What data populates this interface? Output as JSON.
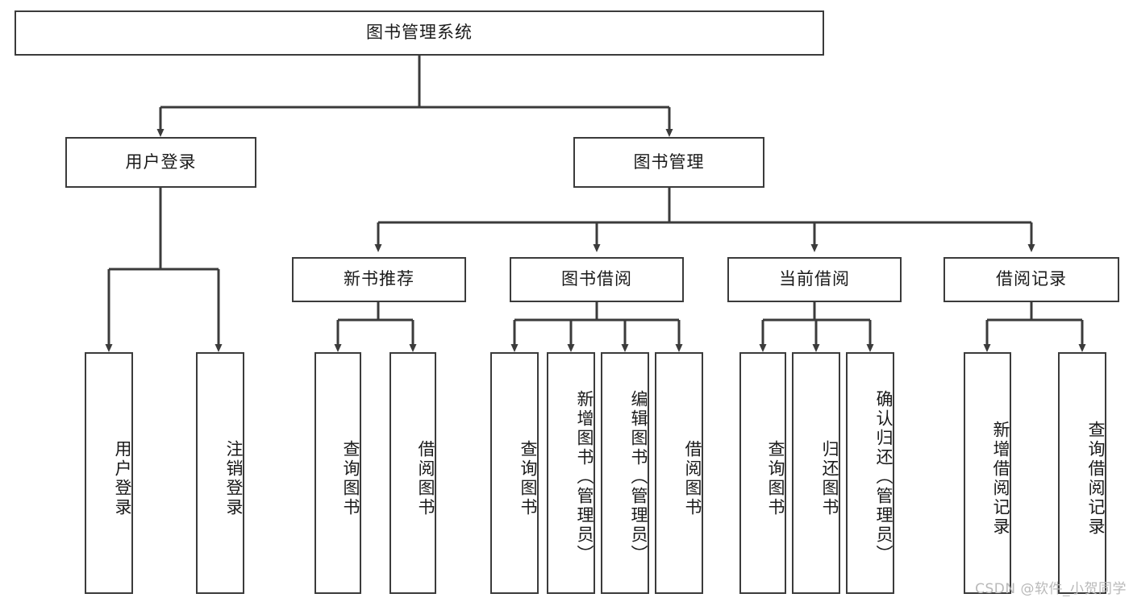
{
  "diagram": {
    "title": "图书管理系统",
    "type": "tree-hierarchy-diagram",
    "root": {
      "label": "图书管理系统"
    },
    "level1": [
      {
        "id": "user-login",
        "label": "用户登录"
      },
      {
        "id": "book-management",
        "label": "图书管理"
      }
    ],
    "level2": [
      {
        "id": "new-book-recommend",
        "label": "新书推荐",
        "parent": "book-management"
      },
      {
        "id": "book-borrow",
        "label": "图书借阅",
        "parent": "book-management"
      },
      {
        "id": "current-borrow",
        "label": "当前借阅",
        "parent": "book-management"
      },
      {
        "id": "borrow-record",
        "label": "借阅记录",
        "parent": "book-management"
      }
    ],
    "leaves": [
      {
        "id": "leaf-user-login",
        "label": "用户登录",
        "parent": "user-login"
      },
      {
        "id": "leaf-logout-login",
        "label": "注销登录",
        "parent": "user-login"
      },
      {
        "id": "leaf-query-book-1",
        "label": "查询图书",
        "parent": "new-book-recommend"
      },
      {
        "id": "leaf-borrow-book-1",
        "label": "借阅图书",
        "parent": "new-book-recommend"
      },
      {
        "id": "leaf-query-book-2",
        "label": "查询图书",
        "parent": "book-borrow"
      },
      {
        "id": "leaf-add-book",
        "label": "新增图书（管理员）",
        "parent": "book-borrow"
      },
      {
        "id": "leaf-edit-book",
        "label": "编辑图书（管理员）",
        "parent": "book-borrow"
      },
      {
        "id": "leaf-borrow-book-2",
        "label": "借阅图书",
        "parent": "book-borrow"
      },
      {
        "id": "leaf-query-book-3",
        "label": "查询图书",
        "parent": "current-borrow"
      },
      {
        "id": "leaf-return-book",
        "label": "归还图书",
        "parent": "current-borrow"
      },
      {
        "id": "leaf-confirm-return",
        "label": "确认归还（管理员）",
        "parent": "current-borrow"
      },
      {
        "id": "leaf-add-record",
        "label": "新增借阅记录",
        "parent": "borrow-record"
      },
      {
        "id": "leaf-query-record",
        "label": "查询借阅记录",
        "parent": "borrow-record"
      }
    ],
    "colors": {
      "stroke": "#3b3b3b",
      "fill": "#ffffff",
      "text": "#1a1a1a",
      "watermark": "#b9b9b9"
    }
  },
  "watermark": {
    "text": "CSDN @软件_小贺同学"
  }
}
